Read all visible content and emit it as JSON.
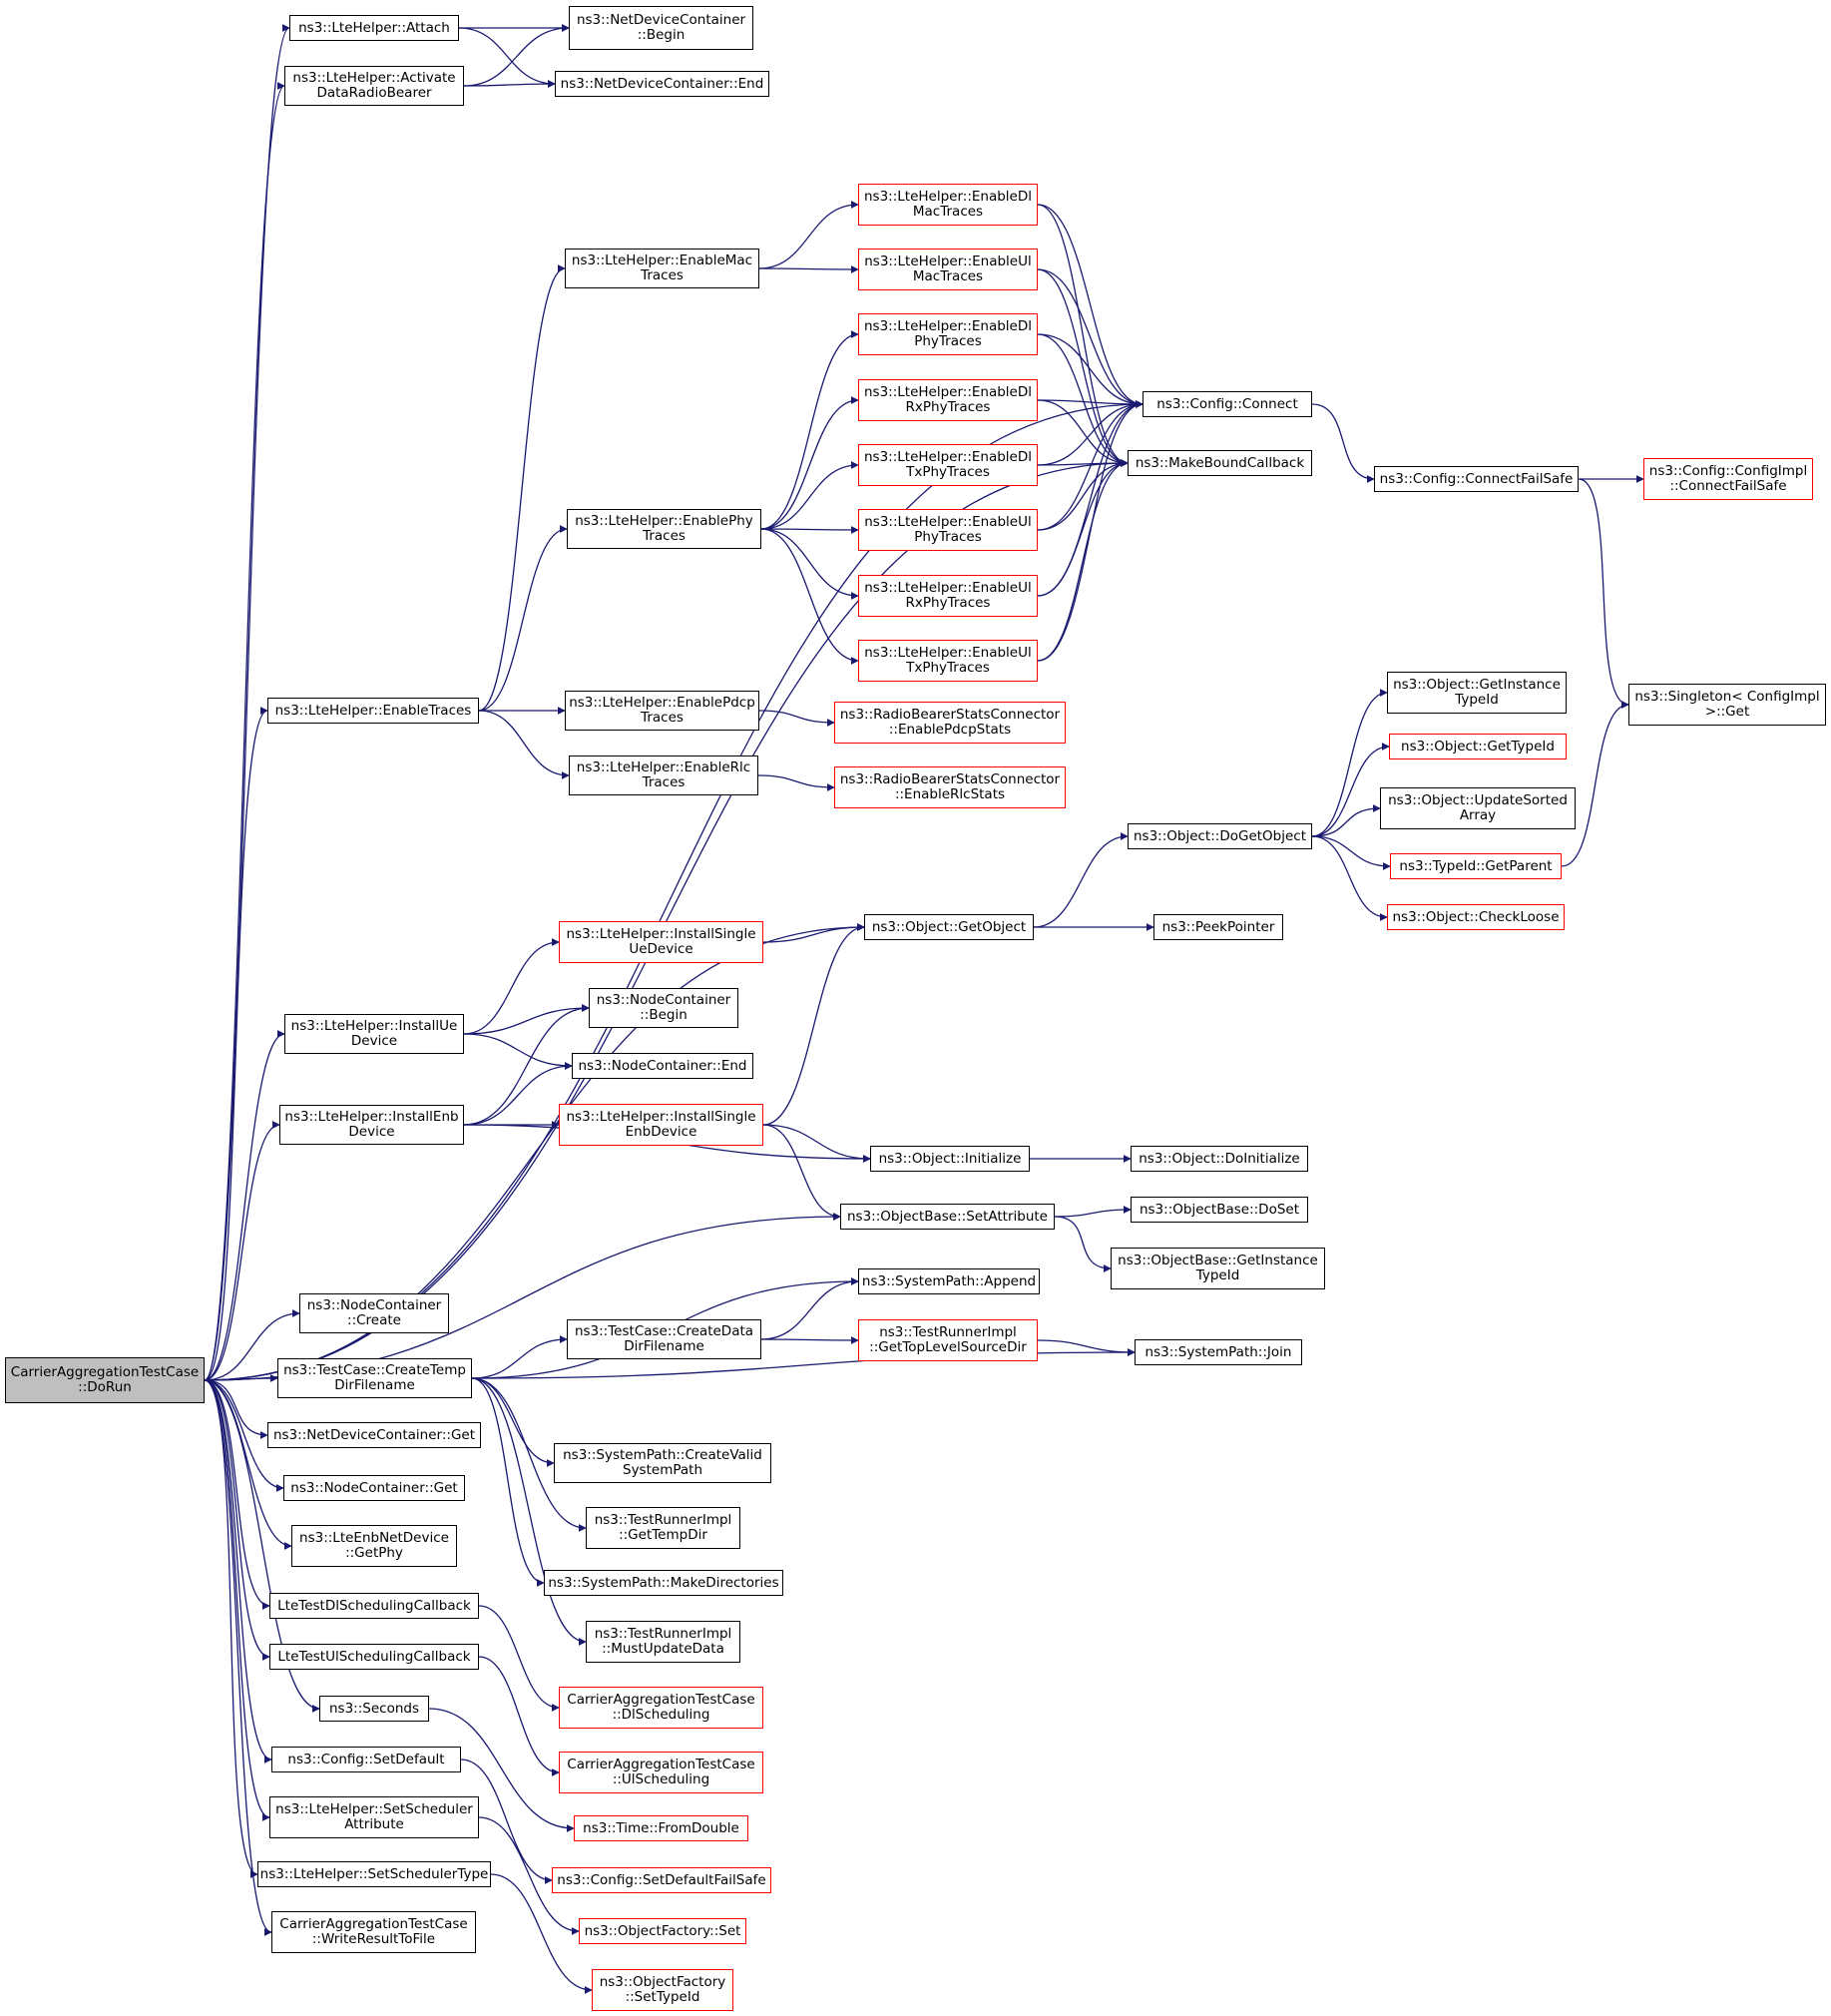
{
  "colors": {
    "edge": "#191970",
    "node_border": "#000000",
    "truncated_border": "#ff0000",
    "root_fill": "#bfbfbf"
  },
  "nodes": [
    {
      "id": "root",
      "lines": [
        "CarrierAggregationTestCase",
        "::DoRun"
      ],
      "style": "root"
    },
    {
      "id": "attach",
      "lines": [
        "ns3::LteHelper::Attach"
      ]
    },
    {
      "id": "activate",
      "lines": [
        "ns3::LteHelper::Activate",
        "DataRadioBearer"
      ]
    },
    {
      "id": "ndc_begin",
      "lines": [
        "ns3::NetDeviceContainer",
        "::Begin"
      ]
    },
    {
      "id": "ndc_end",
      "lines": [
        "ns3::NetDeviceContainer::End"
      ]
    },
    {
      "id": "enable_mac",
      "lines": [
        "ns3::LteHelper::EnableMac",
        "Traces"
      ]
    },
    {
      "id": "dl_mac",
      "lines": [
        "ns3::LteHelper::EnableDl",
        "MacTraces"
      ],
      "style": "red"
    },
    {
      "id": "ul_mac",
      "lines": [
        "ns3::LteHelper::EnableUl",
        "MacTraces"
      ],
      "style": "red"
    },
    {
      "id": "dl_phy",
      "lines": [
        "ns3::LteHelper::EnableDl",
        "PhyTraces"
      ],
      "style": "red"
    },
    {
      "id": "dl_rxphy",
      "lines": [
        "ns3::LteHelper::EnableDl",
        "RxPhyTraces"
      ],
      "style": "red"
    },
    {
      "id": "dl_txphy",
      "lines": [
        "ns3::LteHelper::EnableDl",
        "TxPhyTraces"
      ],
      "style": "red"
    },
    {
      "id": "ul_phy",
      "lines": [
        "ns3::LteHelper::EnableUl",
        "PhyTraces"
      ],
      "style": "red"
    },
    {
      "id": "ul_rxphy",
      "lines": [
        "ns3::LteHelper::EnableUl",
        "RxPhyTraces"
      ],
      "style": "red"
    },
    {
      "id": "ul_txphy",
      "lines": [
        "ns3::LteHelper::EnableUl",
        "TxPhyTraces"
      ],
      "style": "red"
    },
    {
      "id": "enable_phy",
      "lines": [
        "ns3::LteHelper::EnablePhy",
        "Traces"
      ]
    },
    {
      "id": "cfg_connect",
      "lines": [
        "ns3::Config::Connect"
      ]
    },
    {
      "id": "make_bound",
      "lines": [
        "ns3::MakeBoundCallback"
      ]
    },
    {
      "id": "cfg_failsafe",
      "lines": [
        "ns3::Config::ConnectFailSafe"
      ]
    },
    {
      "id": "cfgimpl_failsafe",
      "lines": [
        "ns3::Config::ConfigImpl",
        "::ConnectFailSafe"
      ],
      "style": "red"
    },
    {
      "id": "singleton_get",
      "lines": [
        "ns3::Singleton< ConfigImpl",
        " >::Get"
      ]
    },
    {
      "id": "enable_traces",
      "lines": [
        "ns3::LteHelper::EnableTraces"
      ]
    },
    {
      "id": "enable_pdcp",
      "lines": [
        "ns3::LteHelper::EnablePdcp",
        "Traces"
      ]
    },
    {
      "id": "enable_rlc",
      "lines": [
        "ns3::LteHelper::EnableRlc",
        "Traces"
      ]
    },
    {
      "id": "rbsc_pdcp",
      "lines": [
        "ns3::RadioBearerStatsConnector",
        "::EnablePdcpStats"
      ],
      "style": "red"
    },
    {
      "id": "rbsc_rlc",
      "lines": [
        "ns3::RadioBearerStatsConnector",
        "::EnableRlcStats"
      ],
      "style": "red"
    },
    {
      "id": "obj_get_instance_tid",
      "lines": [
        "ns3::Object::GetInstance",
        "TypeId"
      ]
    },
    {
      "id": "obj_get_tid",
      "lines": [
        "ns3::Object::GetTypeId"
      ],
      "style": "red"
    },
    {
      "id": "obj_update_sorted",
      "lines": [
        "ns3::Object::UpdateSorted",
        "Array"
      ]
    },
    {
      "id": "obj_dogetobject",
      "lines": [
        "ns3::Object::DoGetObject"
      ]
    },
    {
      "id": "tid_getparent",
      "lines": [
        "ns3::TypeId::GetParent"
      ],
      "style": "red"
    },
    {
      "id": "obj_checkloose",
      "lines": [
        "ns3::Object::CheckLoose"
      ],
      "style": "red"
    },
    {
      "id": "install_single_ue",
      "lines": [
        "ns3::LteHelper::InstallSingle",
        "UeDevice"
      ],
      "style": "red"
    },
    {
      "id": "obj_getobject",
      "lines": [
        "ns3::Object::GetObject"
      ]
    },
    {
      "id": "peek_pointer",
      "lines": [
        "ns3::PeekPointer"
      ]
    },
    {
      "id": "install_ue",
      "lines": [
        "ns3::LteHelper::InstallUe",
        "Device"
      ]
    },
    {
      "id": "nc_begin",
      "lines": [
        "ns3::NodeContainer",
        "::Begin"
      ]
    },
    {
      "id": "nc_end",
      "lines": [
        "ns3::NodeContainer::End"
      ]
    },
    {
      "id": "install_enb",
      "lines": [
        "ns3::LteHelper::InstallEnb",
        "Device"
      ]
    },
    {
      "id": "install_single_enb",
      "lines": [
        "ns3::LteHelper::InstallSingle",
        "EnbDevice"
      ],
      "style": "red"
    },
    {
      "id": "obj_initialize",
      "lines": [
        "ns3::Object::Initialize"
      ]
    },
    {
      "id": "obj_doinitialize",
      "lines": [
        "ns3::Object::DoInitialize"
      ]
    },
    {
      "id": "ob_setattr",
      "lines": [
        "ns3::ObjectBase::SetAttribute"
      ]
    },
    {
      "id": "ob_doset",
      "lines": [
        "ns3::ObjectBase::DoSet"
      ]
    },
    {
      "id": "ob_get_instance_tid",
      "lines": [
        "ns3::ObjectBase::GetInstance",
        "TypeId"
      ]
    },
    {
      "id": "nc_create",
      "lines": [
        "ns3::NodeContainer",
        "::Create"
      ]
    },
    {
      "id": "tc_create_temp",
      "lines": [
        "ns3::TestCase::CreateTemp",
        "DirFilename"
      ]
    },
    {
      "id": "sp_append",
      "lines": [
        "ns3::SystemPath::Append"
      ]
    },
    {
      "id": "tc_create_data",
      "lines": [
        "ns3::TestCase::CreateData",
        "DirFilename"
      ]
    },
    {
      "id": "tri_gettoplevel",
      "lines": [
        "ns3::TestRunnerImpl",
        "::GetTopLevelSourceDir"
      ],
      "style": "red"
    },
    {
      "id": "sp_join",
      "lines": [
        "ns3::SystemPath::Join"
      ]
    },
    {
      "id": "ndc_get",
      "lines": [
        "ns3::NetDeviceContainer::Get"
      ]
    },
    {
      "id": "sp_createvalid",
      "lines": [
        "ns3::SystemPath::CreateValid",
        "SystemPath"
      ]
    },
    {
      "id": "nc_get",
      "lines": [
        "ns3::NodeContainer::Get"
      ]
    },
    {
      "id": "tri_gettempdir",
      "lines": [
        "ns3::TestRunnerImpl",
        "::GetTempDir"
      ]
    },
    {
      "id": "enb_getphy",
      "lines": [
        "ns3::LteEnbNetDevice",
        "::GetPhy"
      ]
    },
    {
      "id": "sp_makedirs",
      "lines": [
        "ns3::SystemPath::MakeDirectories"
      ]
    },
    {
      "id": "dl_sched_cb",
      "lines": [
        "LteTestDlSchedulingCallback"
      ]
    },
    {
      "id": "tri_mustupdate",
      "lines": [
        "ns3::TestRunnerImpl",
        "::MustUpdateData"
      ]
    },
    {
      "id": "ul_sched_cb",
      "lines": [
        "LteTestUlSchedulingCallback"
      ]
    },
    {
      "id": "catc_dlsched",
      "lines": [
        "CarrierAggregationTestCase",
        "::DlScheduling"
      ],
      "style": "red"
    },
    {
      "id": "seconds",
      "lines": [
        "ns3::Seconds"
      ]
    },
    {
      "id": "catc_ulsched",
      "lines": [
        "CarrierAggregationTestCase",
        "::UlScheduling"
      ],
      "style": "red"
    },
    {
      "id": "cfg_setdefault",
      "lines": [
        "ns3::Config::SetDefault"
      ]
    },
    {
      "id": "time_fromdouble",
      "lines": [
        "ns3::Time::FromDouble"
      ],
      "style": "red"
    },
    {
      "id": "set_sched_attr",
      "lines": [
        "ns3::LteHelper::SetScheduler",
        "Attribute"
      ]
    },
    {
      "id": "cfg_setdefault_fs",
      "lines": [
        "ns3::Config::SetDefaultFailSafe"
      ],
      "style": "red"
    },
    {
      "id": "set_sched_type",
      "lines": [
        "ns3::LteHelper::SetSchedulerType"
      ]
    },
    {
      "id": "of_set",
      "lines": [
        "ns3::ObjectFactory::Set"
      ],
      "style": "red"
    },
    {
      "id": "catc_write",
      "lines": [
        "CarrierAggregationTestCase",
        "::WriteResultToFile"
      ]
    },
    {
      "id": "of_settypeid",
      "lines": [
        "ns3::ObjectFactory",
        "::SetTypeId"
      ],
      "style": "red"
    }
  ],
  "edges": [
    [
      "root",
      "attach"
    ],
    [
      "root",
      "activate"
    ],
    [
      "root",
      "cfg_connect"
    ],
    [
      "root",
      "enable_traces"
    ],
    [
      "root",
      "make_bound"
    ],
    [
      "root",
      "obj_getobject"
    ],
    [
      "root",
      "install_ue"
    ],
    [
      "root",
      "install_enb"
    ],
    [
      "root",
      "ob_setattr"
    ],
    [
      "root",
      "nc_create"
    ],
    [
      "root",
      "tc_create_temp"
    ],
    [
      "root",
      "ndc_get"
    ],
    [
      "root",
      "nc_get"
    ],
    [
      "root",
      "enb_getphy"
    ],
    [
      "root",
      "dl_sched_cb"
    ],
    [
      "root",
      "ul_sched_cb"
    ],
    [
      "root",
      "seconds"
    ],
    [
      "root",
      "cfg_setdefault"
    ],
    [
      "root",
      "set_sched_attr"
    ],
    [
      "root",
      "set_sched_type"
    ],
    [
      "root",
      "catc_write"
    ],
    [
      "attach",
      "ndc_begin"
    ],
    [
      "attach",
      "ndc_end"
    ],
    [
      "activate",
      "ndc_begin"
    ],
    [
      "activate",
      "ndc_end"
    ],
    [
      "enable_traces",
      "enable_mac"
    ],
    [
      "enable_traces",
      "enable_phy"
    ],
    [
      "enable_traces",
      "enable_pdcp"
    ],
    [
      "enable_traces",
      "enable_rlc"
    ],
    [
      "enable_mac",
      "dl_mac"
    ],
    [
      "enable_mac",
      "ul_mac"
    ],
    [
      "enable_phy",
      "dl_phy"
    ],
    [
      "enable_phy",
      "dl_rxphy"
    ],
    [
      "enable_phy",
      "dl_txphy"
    ],
    [
      "enable_phy",
      "ul_phy"
    ],
    [
      "enable_phy",
      "ul_rxphy"
    ],
    [
      "enable_phy",
      "ul_txphy"
    ],
    [
      "dl_mac",
      "cfg_connect"
    ],
    [
      "dl_mac",
      "make_bound"
    ],
    [
      "ul_mac",
      "cfg_connect"
    ],
    [
      "ul_mac",
      "make_bound"
    ],
    [
      "dl_phy",
      "cfg_connect"
    ],
    [
      "dl_phy",
      "make_bound"
    ],
    [
      "dl_rxphy",
      "cfg_connect"
    ],
    [
      "dl_rxphy",
      "make_bound"
    ],
    [
      "dl_txphy",
      "cfg_connect"
    ],
    [
      "dl_txphy",
      "make_bound"
    ],
    [
      "ul_phy",
      "cfg_connect"
    ],
    [
      "ul_phy",
      "make_bound"
    ],
    [
      "ul_rxphy",
      "cfg_connect"
    ],
    [
      "ul_rxphy",
      "make_bound"
    ],
    [
      "ul_txphy",
      "cfg_connect"
    ],
    [
      "ul_txphy",
      "make_bound"
    ],
    [
      "cfg_connect",
      "cfg_failsafe"
    ],
    [
      "cfg_failsafe",
      "cfgimpl_failsafe"
    ],
    [
      "cfg_failsafe",
      "singleton_get"
    ],
    [
      "enable_pdcp",
      "rbsc_pdcp"
    ],
    [
      "enable_rlc",
      "rbsc_rlc"
    ],
    [
      "obj_getobject",
      "obj_dogetobject"
    ],
    [
      "obj_getobject",
      "peek_pointer"
    ],
    [
      "obj_dogetobject",
      "obj_get_instance_tid"
    ],
    [
      "obj_dogetobject",
      "obj_get_tid"
    ],
    [
      "obj_dogetobject",
      "obj_update_sorted"
    ],
    [
      "obj_dogetobject",
      "tid_getparent"
    ],
    [
      "obj_dogetobject",
      "obj_checkloose"
    ],
    [
      "tid_getparent",
      "singleton_get"
    ],
    [
      "install_single_ue",
      "obj_getobject"
    ],
    [
      "install_ue",
      "install_single_ue"
    ],
    [
      "install_ue",
      "nc_begin"
    ],
    [
      "install_ue",
      "nc_end"
    ],
    [
      "install_enb",
      "nc_begin"
    ],
    [
      "install_enb",
      "nc_end"
    ],
    [
      "install_enb",
      "install_single_enb"
    ],
    [
      "install_enb",
      "obj_initialize"
    ],
    [
      "install_single_enb",
      "obj_getobject"
    ],
    [
      "install_single_enb",
      "obj_initialize"
    ],
    [
      "install_single_enb",
      "ob_setattr"
    ],
    [
      "obj_initialize",
      "obj_doinitialize"
    ],
    [
      "ob_setattr",
      "ob_doset"
    ],
    [
      "ob_setattr",
      "ob_get_instance_tid"
    ],
    [
      "tc_create_temp",
      "sp_append"
    ],
    [
      "tc_create_temp",
      "tc_create_data"
    ],
    [
      "tc_create_temp",
      "sp_join"
    ],
    [
      "tc_create_temp",
      "sp_createvalid"
    ],
    [
      "tc_create_temp",
      "tri_gettempdir"
    ],
    [
      "tc_create_temp",
      "sp_makedirs"
    ],
    [
      "tc_create_temp",
      "tri_mustupdate"
    ],
    [
      "tc_create_data",
      "sp_append"
    ],
    [
      "tc_create_data",
      "tri_gettoplevel"
    ],
    [
      "tri_gettoplevel",
      "sp_join"
    ],
    [
      "dl_sched_cb",
      "catc_dlsched"
    ],
    [
      "ul_sched_cb",
      "catc_ulsched"
    ],
    [
      "seconds",
      "time_fromdouble"
    ],
    [
      "cfg_setdefault",
      "cfg_setdefault_fs"
    ],
    [
      "set_sched_attr",
      "of_set"
    ],
    [
      "set_sched_type",
      "of_settypeid"
    ]
  ]
}
